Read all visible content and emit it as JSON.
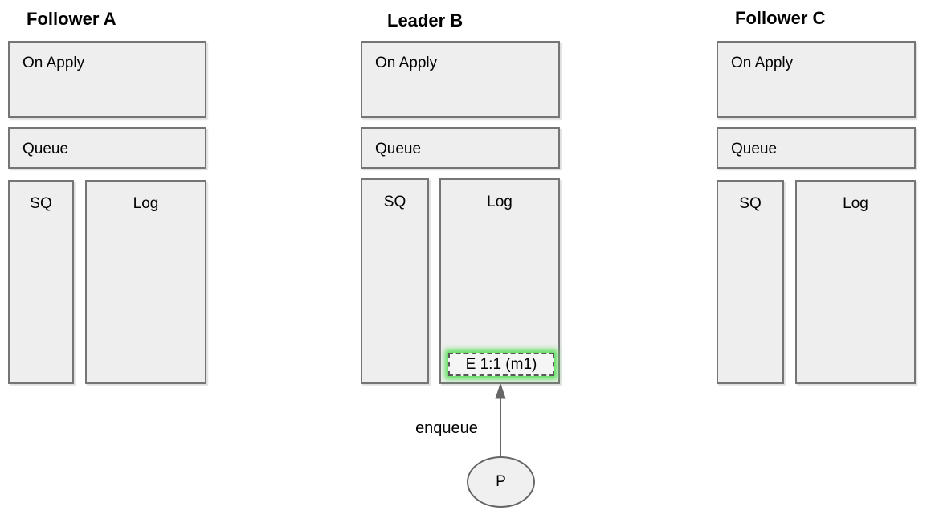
{
  "columns": [
    {
      "title": "Follower A",
      "on_apply": "On Apply",
      "queue": "Queue",
      "sq": "SQ",
      "log": "Log"
    },
    {
      "title": "Leader B",
      "on_apply": "On Apply",
      "queue": "Queue",
      "sq": "SQ",
      "log": "Log",
      "log_entry": "E 1:1 (m1)"
    },
    {
      "title": "Follower C",
      "on_apply": "On Apply",
      "queue": "Queue",
      "sq": "SQ",
      "log": "Log"
    }
  ],
  "edge": {
    "label": "enqueue"
  },
  "producer": {
    "label": "P"
  },
  "colors": {
    "background": "#ffffff",
    "text": "#000000",
    "box_fill": "#eeeeee",
    "box_border": "#757575",
    "entry_fill": "#f5f5f5",
    "entry_border": "#595959",
    "entry_glow": "#5fdf5f",
    "arrow": "#666666"
  }
}
